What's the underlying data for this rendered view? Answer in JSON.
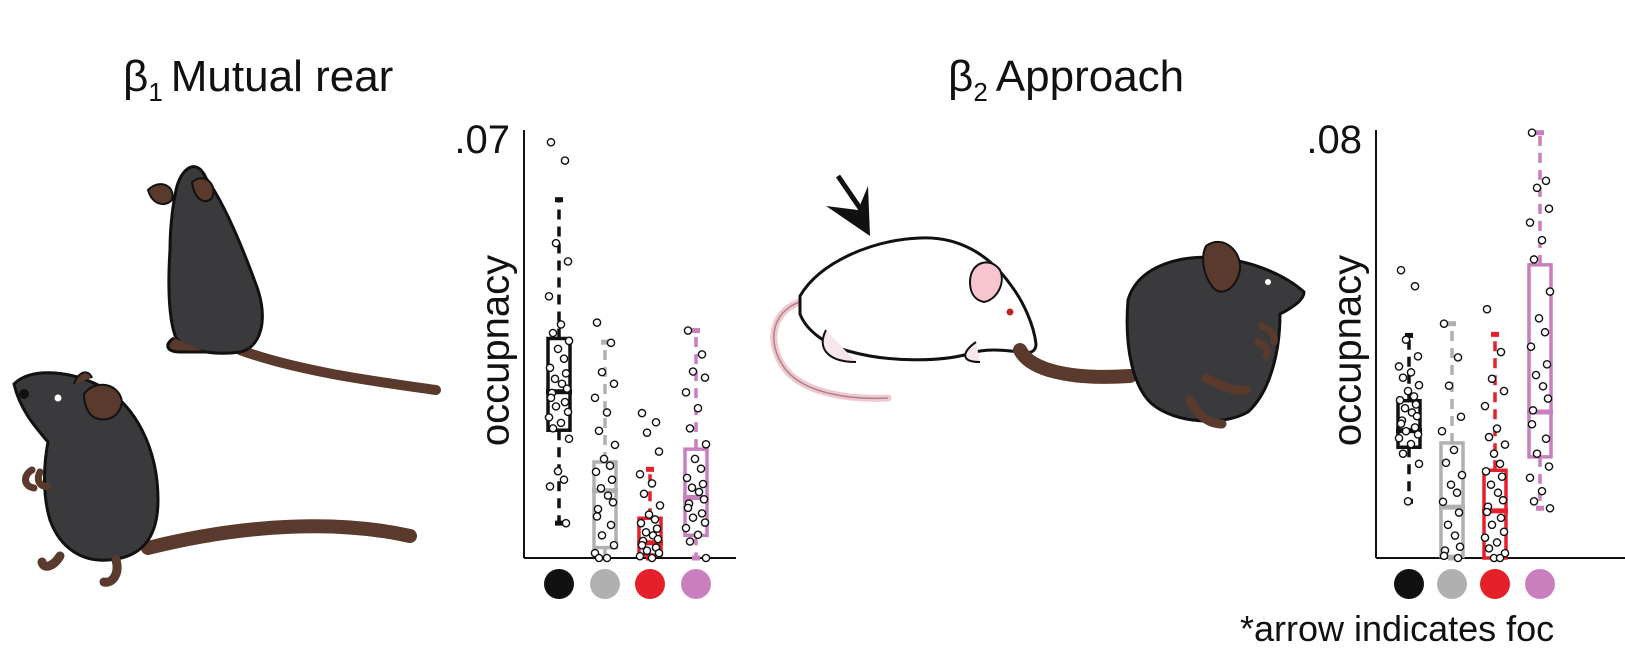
{
  "panels": [
    {
      "title_main": "β",
      "title_sub": "1",
      "title_rest": "Mutual rear",
      "ymax_label": ".07",
      "ylabel": "occupnacy",
      "arrow_shown": false
    },
    {
      "title_main": "β",
      "title_sub": "2",
      "title_rest": "Approach",
      "ymax_label": ".08",
      "ylabel": "occupnacy",
      "arrow_shown": true
    }
  ],
  "footnote": "*arrow indicates foc",
  "colors": {
    "black": "#111111",
    "gray": "#b0b0b0",
    "red": "#e5202a",
    "pink": "#c97fbd",
    "mouse_dark": "#3a3a3d",
    "mouse_tail": "#5a3a2c",
    "mouse_white": "#ffffff"
  },
  "icons": [
    "mouse-dark-rearing-icon",
    "mouse-dark-sitting-icon",
    "mouse-white-icon",
    "mouse-dark-icon",
    "arrow-icon"
  ],
  "chart_data": [
    {
      "type": "box",
      "title": "β1 Mutual rear",
      "ylabel": "occupnacy",
      "ylim": [
        0,
        0.07
      ],
      "categories": [
        "black",
        "gray",
        "red",
        "pink"
      ],
      "series": [
        {
          "color": "#111111",
          "whisker_low": 0.0057,
          "q1": 0.0209,
          "median": 0.0272,
          "q3": 0.0359,
          "whisker_high": 0.0586,
          "points": [
            0.068,
            0.065,
            0.0515,
            0.0485,
            0.0428,
            0.0382,
            0.0368,
            0.0355,
            0.0342,
            0.0326,
            0.0311,
            0.0302,
            0.0293,
            0.0285,
            0.0277,
            0.027,
            0.0262,
            0.0255,
            0.0248,
            0.0239,
            0.023,
            0.0221,
            0.0212,
            0.0195,
            0.0142,
            0.0128,
            0.0117,
            0.0057
          ]
        },
        {
          "color": "#b0b0b0",
          "whisker_low": 0.0,
          "q1": 0.0017,
          "median": 0.011,
          "q3": 0.0157,
          "whisker_high": 0.0353,
          "points": [
            0.0385,
            0.0352,
            0.0304,
            0.0285,
            0.0262,
            0.0238,
            0.0208,
            0.0185,
            0.0162,
            0.0151,
            0.0141,
            0.0128,
            0.0114,
            0.0102,
            0.0091,
            0.008,
            0.0068,
            0.0054,
            0.0037,
            0.0021,
            0.0008,
            0.0,
            0.0
          ]
        },
        {
          "color": "#e5202a",
          "whisker_low": 0.0,
          "q1": 0.0005,
          "median": 0.0025,
          "q3": 0.0065,
          "whisker_high": 0.0145,
          "points": [
            0.0237,
            0.0222,
            0.0205,
            0.0174,
            0.0137,
            0.0122,
            0.0105,
            0.0086,
            0.0071,
            0.0063,
            0.0057,
            0.0048,
            0.0042,
            0.0037,
            0.0031,
            0.0028,
            0.0021,
            0.0017,
            0.0012,
            0.0008,
            0.0003,
            0.0
          ]
        },
        {
          "color": "#c97fbd",
          "whisker_low": 0.0,
          "q1": 0.0037,
          "median": 0.0099,
          "q3": 0.0178,
          "whisker_high": 0.0372,
          "points": [
            0.0372,
            0.0333,
            0.0305,
            0.0295,
            0.0271,
            0.0245,
            0.0212,
            0.0186,
            0.0162,
            0.0146,
            0.0131,
            0.0121,
            0.0115,
            0.0108,
            0.0096,
            0.0089,
            0.0082,
            0.0073,
            0.0066,
            0.0058,
            0.0049,
            0.0038,
            0.0027,
            0.0
          ]
        }
      ]
    },
    {
      "type": "box",
      "title": "β2 Approach",
      "ylabel": "occupnacy",
      "ylim": [
        0,
        0.08
      ],
      "categories": [
        "black",
        "gray",
        "red",
        "pink"
      ],
      "series": [
        {
          "color": "#111111",
          "whisker_low": 0.0106,
          "q1": 0.0207,
          "median": 0.0238,
          "q3": 0.0294,
          "whisker_high": 0.0416,
          "points": [
            0.0538,
            0.0508,
            0.0408,
            0.0377,
            0.0358,
            0.0347,
            0.0337,
            0.0323,
            0.0312,
            0.0302,
            0.0295,
            0.0287,
            0.028,
            0.0272,
            0.0265,
            0.0257,
            0.0251,
            0.0244,
            0.0237,
            0.0231,
            0.0224,
            0.0213,
            0.0195,
            0.0176,
            0.0106
          ]
        },
        {
          "color": "#b0b0b0",
          "whisker_low": 0.0,
          "q1": 0.0003,
          "median": 0.0095,
          "q3": 0.0215,
          "whisker_high": 0.0438,
          "points": [
            0.0438,
            0.0375,
            0.0322,
            0.0264,
            0.0237,
            0.0202,
            0.0178,
            0.0155,
            0.0137,
            0.0122,
            0.0105,
            0.0085,
            0.0062,
            0.0042,
            0.0021,
            0.0014,
            0.0004,
            0.0
          ]
        },
        {
          "color": "#e5202a",
          "whisker_low": 0.0,
          "q1": 0.0,
          "median": 0.0088,
          "q3": 0.0164,
          "whisker_high": 0.0418,
          "points": [
            0.0465,
            0.0385,
            0.0335,
            0.0312,
            0.0284,
            0.0242,
            0.0226,
            0.0212,
            0.0195,
            0.0176,
            0.0162,
            0.0152,
            0.0137,
            0.0122,
            0.0108,
            0.0096,
            0.0086,
            0.0075,
            0.0062,
            0.0049,
            0.0038,
            0.0029,
            0.0018,
            0.0009,
            0.0,
            0.0
          ]
        },
        {
          "color": "#c97fbd",
          "whisker_low": 0.0093,
          "q1": 0.0189,
          "median": 0.0273,
          "q3": 0.0548,
          "whisker_high": 0.0795,
          "points": [
            0.0795,
            0.0705,
            0.0692,
            0.0653,
            0.0627,
            0.0594,
            0.0558,
            0.0498,
            0.0448,
            0.0422,
            0.0395,
            0.0362,
            0.0342,
            0.0321,
            0.0298,
            0.0276,
            0.025,
            0.0223,
            0.0195,
            0.0171,
            0.015,
            0.0125,
            0.0106,
            0.0093
          ]
        }
      ]
    }
  ]
}
